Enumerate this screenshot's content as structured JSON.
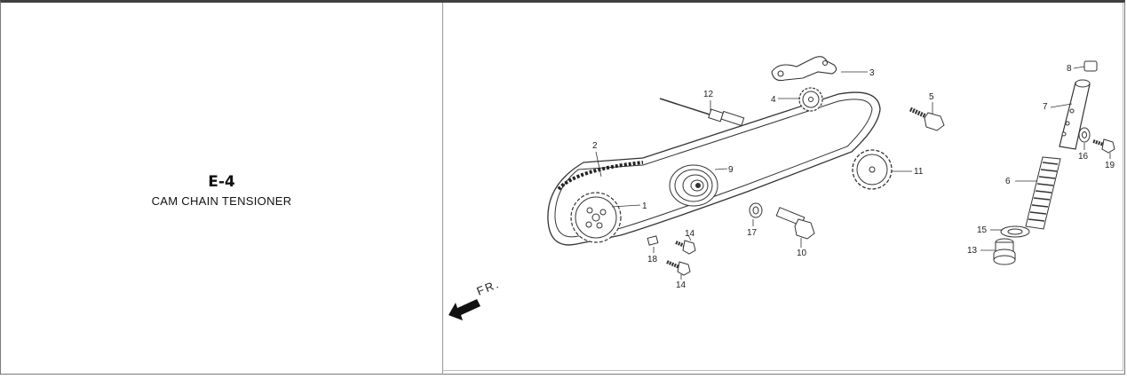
{
  "section": {
    "code": "E-4",
    "title": "CAM CHAIN TENSIONER"
  },
  "diagram": {
    "direction_label": "FR.",
    "callouts": [
      "1",
      "2",
      "3",
      "4",
      "5",
      "6",
      "7",
      "8",
      "9",
      "10",
      "11",
      "12",
      "13",
      "14",
      "14",
      "15",
      "16",
      "17",
      "18",
      "19"
    ]
  }
}
